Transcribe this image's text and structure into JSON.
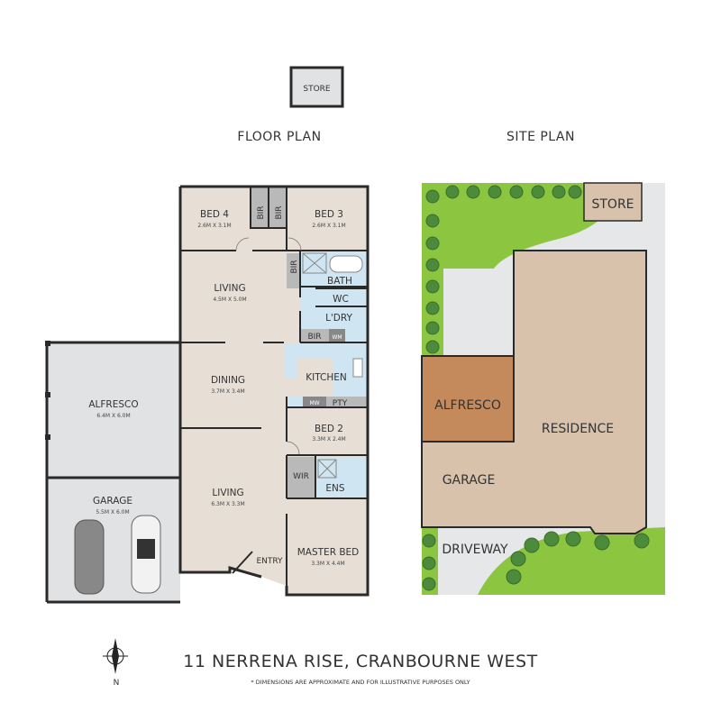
{
  "store_box": {
    "label": "STORE"
  },
  "headings": {
    "floor_plan": "FLOOR PLAN",
    "site_plan": "SITE PLAN"
  },
  "floor_plan": {
    "rooms": {
      "bed4": {
        "name": "BED 4",
        "dims": "2.6M X 3.1M"
      },
      "bed3": {
        "name": "BED 3",
        "dims": "2.6M X 3.1M"
      },
      "bir1": {
        "name": "BIR"
      },
      "bir2": {
        "name": "BIR"
      },
      "bir3": {
        "name": "BIR"
      },
      "bir4": {
        "name": "BIR"
      },
      "living1": {
        "name": "LIVING",
        "dims": "4.5M X 5.0M"
      },
      "bath": {
        "name": "BATH"
      },
      "wc": {
        "name": "WC"
      },
      "laundry": {
        "name": "L'DRY"
      },
      "wm": {
        "name": "WM"
      },
      "dining": {
        "name": "DINING",
        "dims": "3.7M X 3.4M"
      },
      "kitchen": {
        "name": "KITCHEN"
      },
      "mw": {
        "name": "MW"
      },
      "pty": {
        "name": "PTY"
      },
      "alfresco": {
        "name": "ALFRESCO",
        "dims": "6.4M X 6.0M"
      },
      "bed2": {
        "name": "BED 2",
        "dims": "3.3M X 2.4M"
      },
      "wir": {
        "name": "WIR"
      },
      "ens": {
        "name": "ENS"
      },
      "garage": {
        "name": "GARAGE",
        "dims": "5.5M X 6.0M"
      },
      "living2": {
        "name": "LIVING",
        "dims": "6.3M X 3.3M"
      },
      "entry": {
        "name": "ENTRY"
      },
      "master": {
        "name": "MASTER BED",
        "dims": "3.3M X 4.4M"
      }
    }
  },
  "site_plan": {
    "store": "STORE",
    "alfresco": "ALFRESCO",
    "residence": "RESIDENCE",
    "garage": "GARAGE",
    "driveway": "DRIVEWAY"
  },
  "footer": {
    "address": "11 NERRENA RISE, CRANBOURNE WEST",
    "disclaimer": "* DIMENSIONS ARE APPROXIMATE AND FOR ILLUSTRATIVE PURPOSES ONLY",
    "compass_label": "N"
  },
  "colors": {
    "floor": "#e7dfd6",
    "wet": "#cfe5f2",
    "outdoor": "#e1e2e4",
    "robe": "#b9b9b9",
    "lawn": "#8cc540",
    "residence": "#d8c2ac",
    "site_alfresco": "#c48a5c",
    "tree": "#4c8a3c"
  }
}
